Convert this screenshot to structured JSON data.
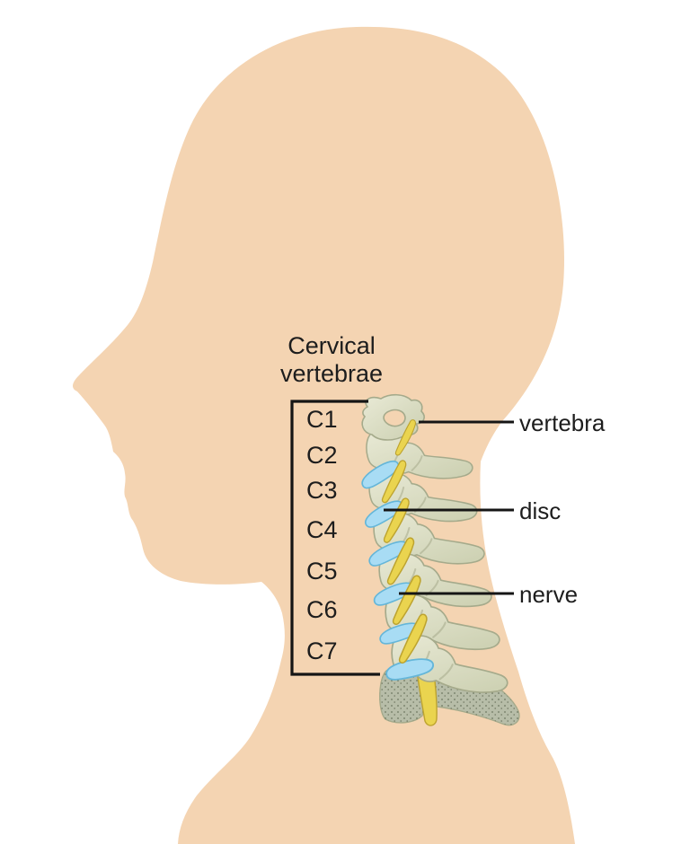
{
  "figure": {
    "title_line1": "Cervical",
    "title_line2": "vertebrae",
    "vertebra_labels": [
      "C1",
      "C2",
      "C3",
      "C4",
      "C5",
      "C6",
      "C7"
    ],
    "annotations": {
      "vertebra": "vertebra",
      "disc": "disc",
      "nerve": "nerve"
    }
  },
  "colors": {
    "bg": "#ffffff",
    "ink": "#1d1d1d",
    "line": "#151515",
    "skin": "#f4d4b2",
    "bone-light": "#e7e8d3",
    "bone-dark": "#ccd0b2",
    "bone-edge": "#a5aa8b",
    "disc": "#a8dcf4",
    "disc-edge": "#64b6d9",
    "nerve": "#ead44f",
    "nerve-edge": "#bda32f",
    "marrow": "#b7bda8",
    "marrow-dot": "#6e7660"
  }
}
